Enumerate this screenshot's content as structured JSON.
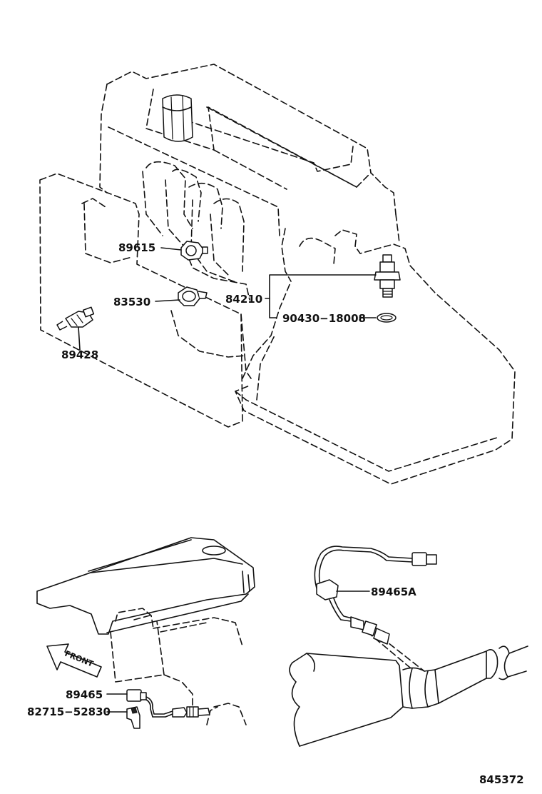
{
  "labels": {
    "p89615": "89615",
    "p83530": "83530",
    "p89428": "89428",
    "p84210": "84210",
    "p90430": "90430−18008",
    "p89465A": "89465A",
    "p89465": "89465",
    "p82715": "82715−52830",
    "front": "FRONT",
    "drawing_no": "845372"
  }
}
